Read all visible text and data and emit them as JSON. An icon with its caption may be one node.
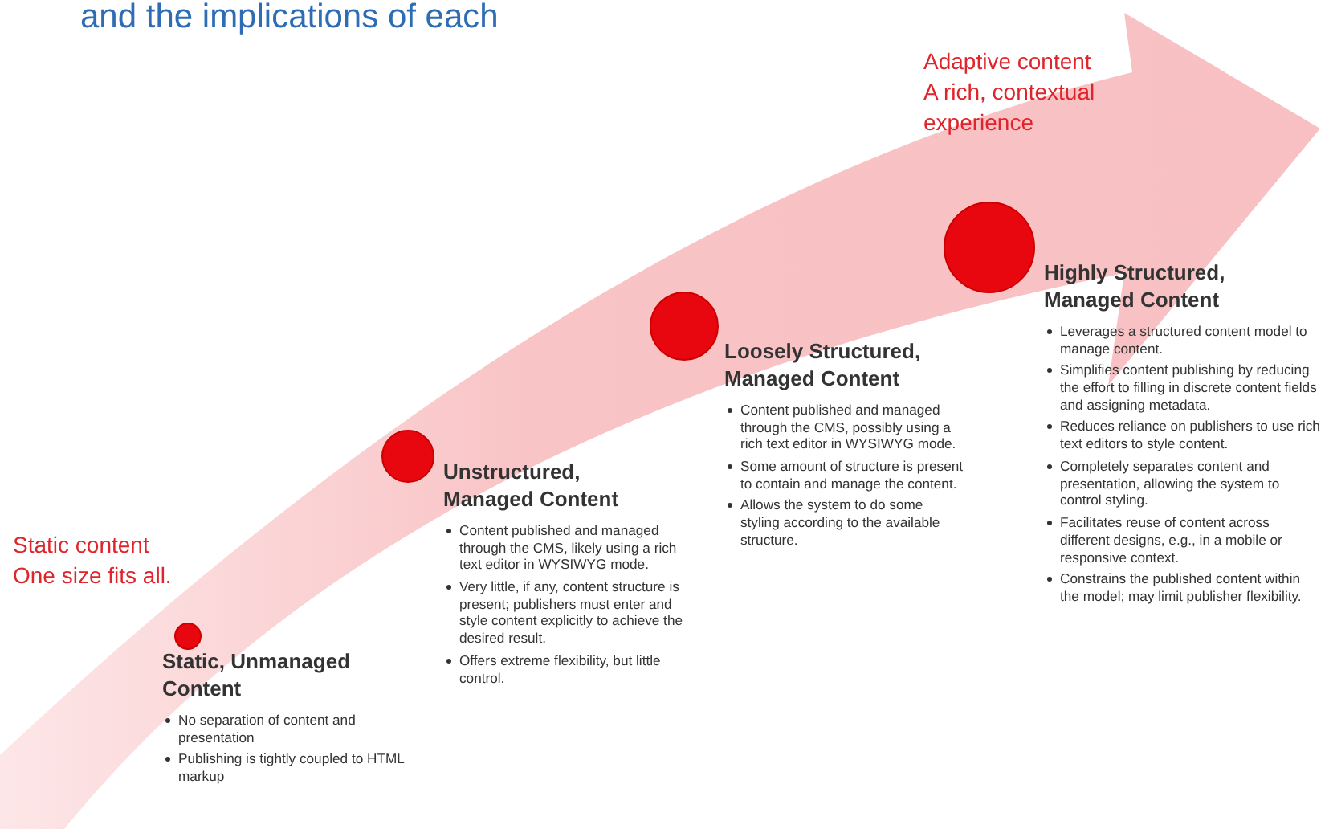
{
  "diagram": {
    "title": "and the implications of each",
    "nodes": [
      {
        "text": [
          "Static, Unmanaged Content",
          "No separation of content and presentation",
          "Publishing is tightly coupled to HTML markup"
        ]
      },
      {
        "text": [
          "Unstructured, Managed Content",
          "Content published and managed through the CMS, likely using a rich text editor in WYSIWYG mode.",
          "Very little, if any, content structure is present; publishers must enter and style content explicitly to achieve the desired result.",
          "Offers extreme flexibility, but little control."
        ]
      },
      {
        "text": [
          "Loosely Structured, Managed Content",
          "Content published and managed through the CMS, possibly using a rich text editor in WYSIWYG mode.",
          "Some amount of structure is present to contain and manage the content.",
          "Allows the system to do some styling according to the available structure."
        ]
      },
      {
        "text": [
          "Highly Structured, Managed Content",
          "Leverages a structured content model to manage content.",
          "Simplifies content publishing by reducing the effort to filling in discrete content fields and assigning metadata.",
          "Reduces reliance on publishers to use rich text editors to style content.",
          "Completely separates content and presentation, allowing the system to control styling.",
          "Facilitates reuse of content across different designs, e.g., in a mobile or responsive context.",
          "Constrains the published content within the model; may limit publisher flexibility."
        ]
      }
    ],
    "labels": [
      "Static content",
      "One size fits all.",
      "Adaptive content",
      "A rich, contextual experience"
    ]
  }
}
